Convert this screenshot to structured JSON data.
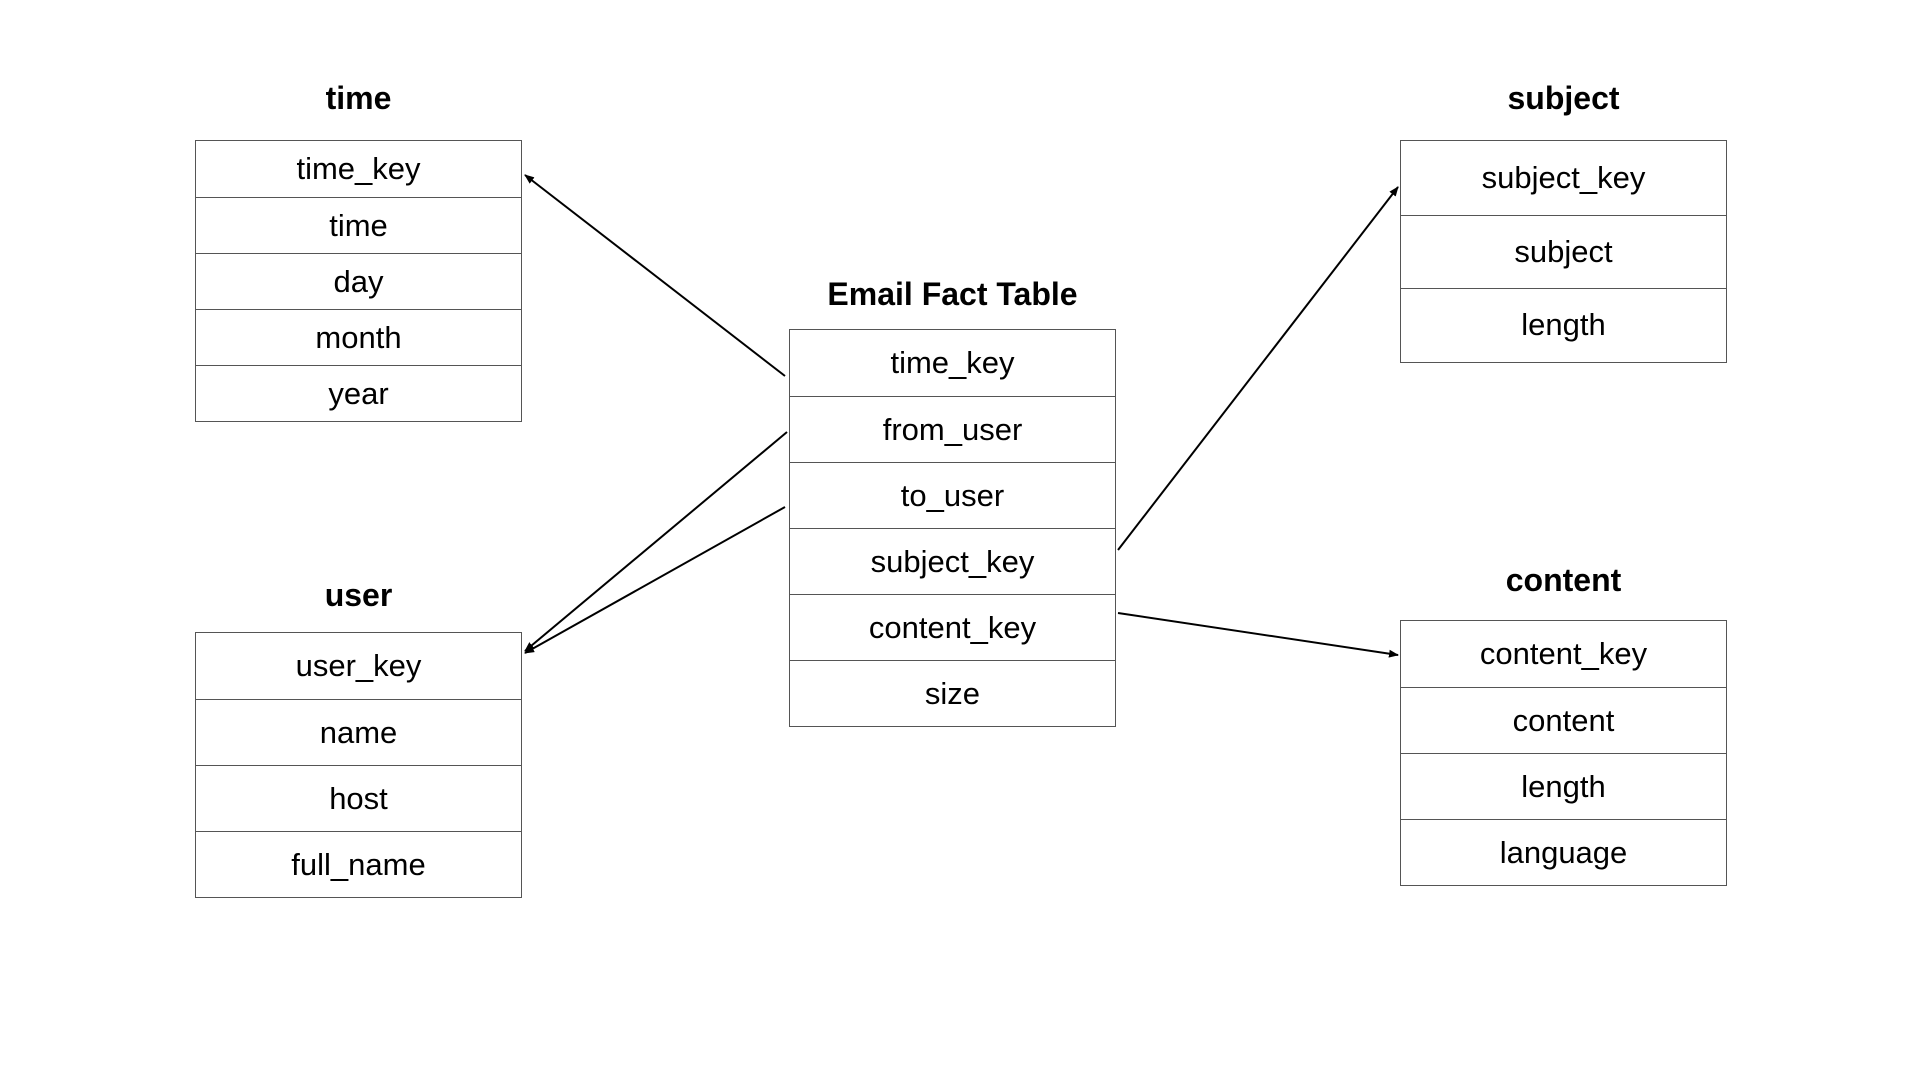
{
  "tables": {
    "time": {
      "title": "time",
      "fields": [
        "time_key",
        "time",
        "day",
        "month",
        "year"
      ]
    },
    "user": {
      "title": "user",
      "fields": [
        "user_key",
        "name",
        "host",
        "full_name"
      ]
    },
    "fact": {
      "title": "Email Fact Table",
      "fields": [
        "time_key",
        "from_user",
        "to_user",
        "subject_key",
        "content_key",
        "size"
      ]
    },
    "subject": {
      "title": "subject",
      "fields": [
        "subject_key",
        "subject",
        "length"
      ]
    },
    "content": {
      "title": "content",
      "fields": [
        "content_key",
        "content",
        "length",
        "language"
      ]
    }
  },
  "relationships": [
    {
      "from": "fact.time_key",
      "to": "time.time_key"
    },
    {
      "from": "fact.from_user",
      "to": "user.user_key"
    },
    {
      "from": "fact.to_user",
      "to": "user.user_key"
    },
    {
      "from": "fact.subject_key",
      "to": "subject.subject_key"
    },
    {
      "from": "fact.content_key",
      "to": "content.content_key"
    }
  ]
}
